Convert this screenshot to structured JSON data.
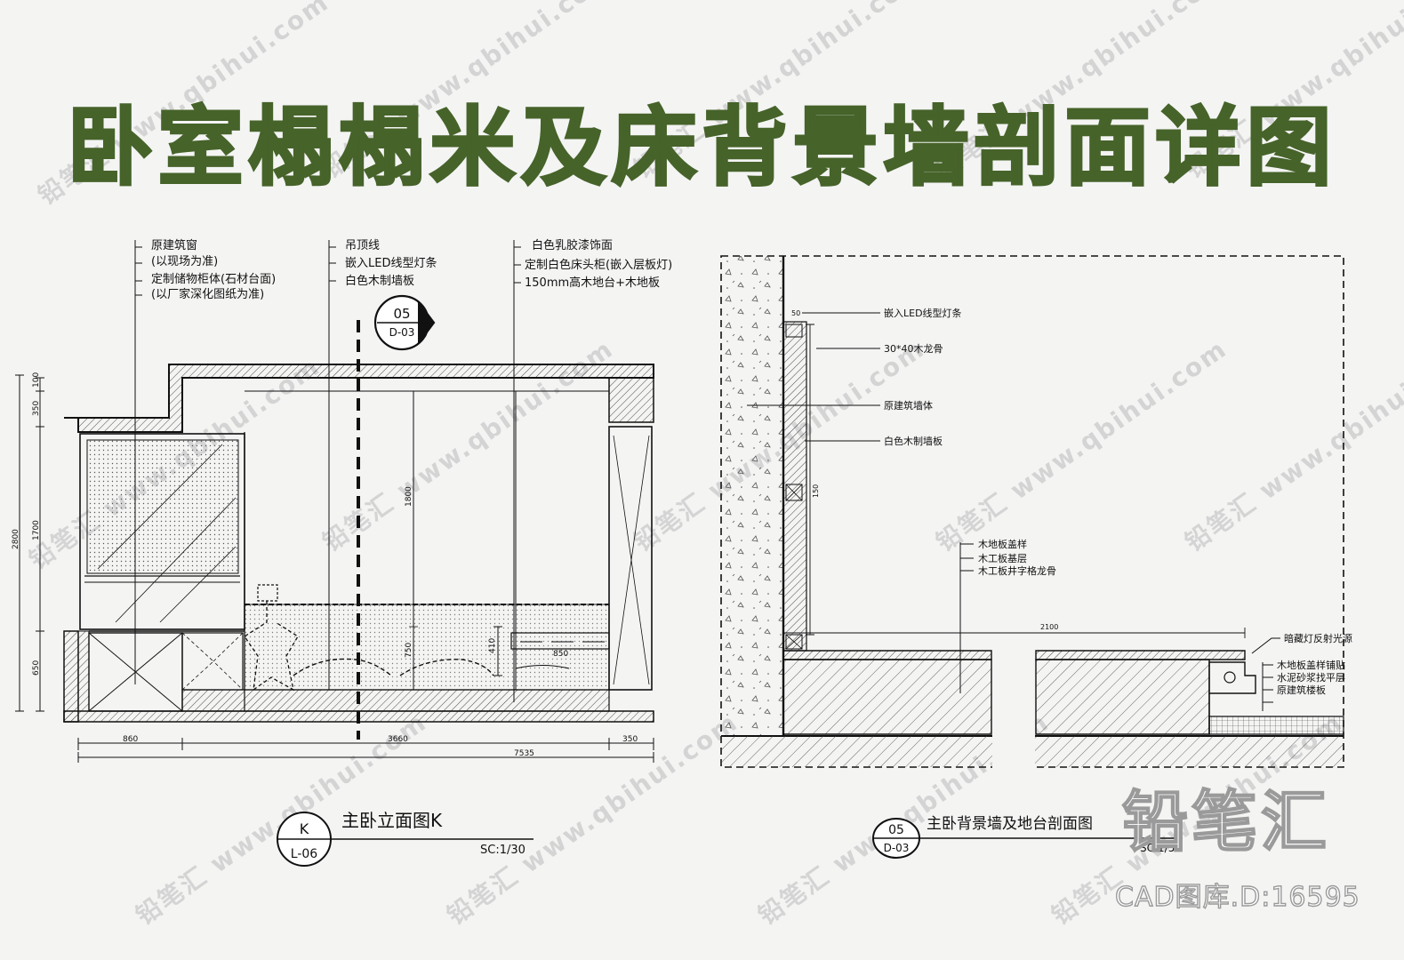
{
  "title": "卧室榻榻米及床背景墙剖面详图",
  "watermark": {
    "brand_cn": "铅笔汇",
    "site": "www.qbihui.com"
  },
  "brand": {
    "name": "铅笔汇",
    "id": "CAD图库.D:16595"
  },
  "elevation": {
    "annotations_left": [
      "原建筑窗",
      "(以现场为准)",
      "定制储物柜体(石材台面)",
      "(以厂家深化图纸为准)"
    ],
    "annotations_mid": [
      "吊顶线",
      "嵌入LED线型灯条",
      "白色木制墙板"
    ],
    "annotations_right": [
      "白色乳胶漆饰面",
      "定制白色床头柜(嵌入层板灯)",
      "150mm高木地台+木地板"
    ],
    "section_mark": {
      "num": "05",
      "ref": "D-03"
    },
    "dims_vertical": [
      "100",
      "350",
      "1700",
      "2800",
      "650"
    ],
    "dims_inner": [
      "1800",
      "750",
      "410",
      "850"
    ],
    "dims_bottom": [
      "860",
      "3660",
      "350",
      "7535"
    ],
    "caption": {
      "code_top": "K",
      "code_bottom": "L-06",
      "name": "主卧立面图K",
      "scale": "SC:1/30"
    }
  },
  "section": {
    "labels": [
      "嵌入LED线型灯条",
      "30*40木龙骨",
      "原建筑墙体",
      "白色木制墙板"
    ],
    "floor_labels": [
      "木地板盖样",
      "木工板基层",
      "木工板井字格龙骨"
    ],
    "right_labels": [
      "暗藏灯反射光源",
      "木地板盖样铺贴",
      "水泥砂浆找平层",
      "原建筑楼板"
    ],
    "dims": [
      "50",
      "150",
      "2100"
    ],
    "caption": {
      "code_top": "05",
      "code_bottom": "D-03",
      "name": "主卧背景墙及地台剖面图",
      "scale": "SC:1/5"
    }
  },
  "colors": {
    "title": "#46632a",
    "line": "#111111",
    "background": "#f4f4f3",
    "watermark": "#d4d4d4"
  }
}
